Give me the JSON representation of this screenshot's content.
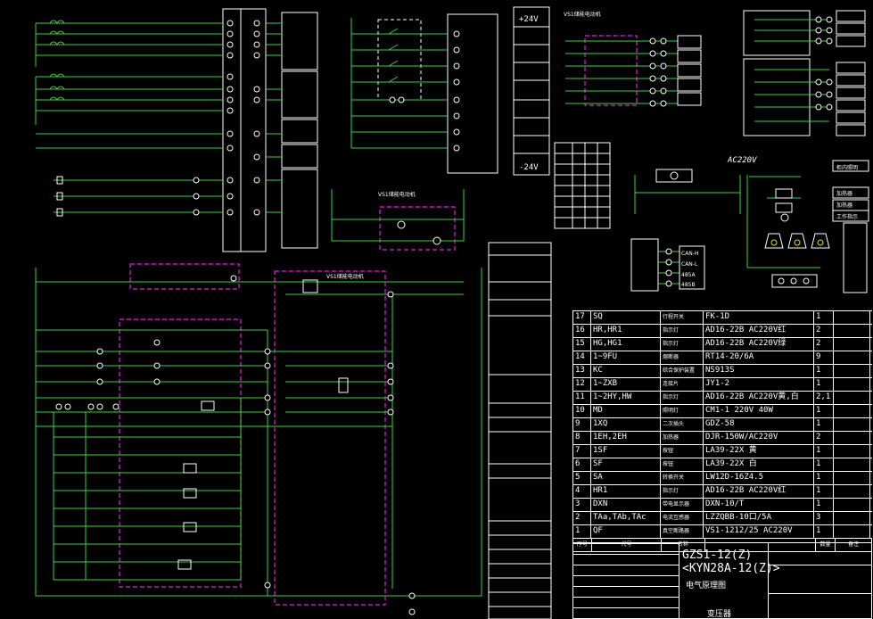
{
  "title_block": {
    "model_line1": "GZS1-12(Z)",
    "model_line2": "<KYN28A-12(Z)>",
    "drawing_name": "电气原理图",
    "subtitle": "变压器",
    "seq_header": "序号",
    "code_header": "代号",
    "name_header": "名称",
    "qty_header": "数量",
    "note_header": "备注"
  },
  "parts_table": [
    {
      "no": "17",
      "code": "SQ",
      "name": "行程开关",
      "spec": "FK-1D",
      "qty": "1"
    },
    {
      "no": "16",
      "code": "HR,HR1",
      "name": "指示灯",
      "spec": "AD16-22B AC220V红",
      "qty": "2"
    },
    {
      "no": "15",
      "code": "HG,HG1",
      "name": "指示灯",
      "spec": "AD16-22B AC220V绿",
      "qty": "2"
    },
    {
      "no": "14",
      "code": "1~9FU",
      "name": "熔断器",
      "spec": "RT14-20/6A",
      "qty": "9"
    },
    {
      "no": "13",
      "code": "KC",
      "name": "综合保护装置",
      "spec": "NS913S",
      "qty": "1"
    },
    {
      "no": "12",
      "code": "1~ZXB",
      "name": "连接片",
      "spec": "JY1-2",
      "qty": "1"
    },
    {
      "no": "11",
      "code": "1~2HY,HW",
      "name": "指示灯",
      "spec": "AD16-22B AC220V黄,白",
      "qty": "2,1"
    },
    {
      "no": "10",
      "code": "MD",
      "name": "照明灯",
      "spec": "CM1-1 220V 40W",
      "qty": "1"
    },
    {
      "no": "9",
      "code": "1XQ",
      "name": "二次插头",
      "spec": "GDZ-58",
      "qty": "1"
    },
    {
      "no": "8",
      "code": "1EH,2EH",
      "name": "加热器",
      "spec": "DJR-150W/AC220V",
      "qty": "2"
    },
    {
      "no": "7",
      "code": "1SF",
      "name": "按钮",
      "spec": "LA39-22X 黄",
      "qty": "1"
    },
    {
      "no": "6",
      "code": "SF",
      "name": "按钮",
      "spec": "LA39-22X 白",
      "qty": "1"
    },
    {
      "no": "5",
      "code": "SA",
      "name": "转换开关",
      "spec": "LW12D-16Z4.5",
      "qty": "1"
    },
    {
      "no": "4",
      "code": "HR1",
      "name": "指示灯",
      "spec": "AD16-22B AC220V红",
      "qty": "1"
    },
    {
      "no": "3",
      "code": "DXN",
      "name": "带电显示器",
      "spec": "DXN-10/T",
      "qty": "1"
    },
    {
      "no": "2",
      "code": "TAa,TAb,TAc",
      "name": "电流互感器",
      "spec": "LZZQBB-10口/5A",
      "qty": "3"
    },
    {
      "no": "1",
      "code": "QF",
      "name": "真空断路器",
      "spec": "VS1-1212/25 AC220V",
      "qty": "1"
    }
  ],
  "labels": {
    "power_plus": "+24V",
    "power_minus": "-24V",
    "vs1_top": "VS1储能电动机",
    "vs1_mid": "VS1储能电动机",
    "vs1_low": "VS1储能电动机",
    "ac220": "AC220V",
    "can_h": "CAN-H",
    "can_l": "CAN-L",
    "rs485a": "485A",
    "rs485b": "485B",
    "lamp1": "柜内照明",
    "lamp2": "加热器",
    "lamp3": "加热器",
    "lamp4": "工作指示"
  },
  "colors": {
    "background": "#000000",
    "wire": "#3fd13f",
    "frame": "#ffffff",
    "dashed_box": "#e020e0",
    "terminal_red": "#e02020",
    "terminal_yellow": "#e0e020"
  }
}
